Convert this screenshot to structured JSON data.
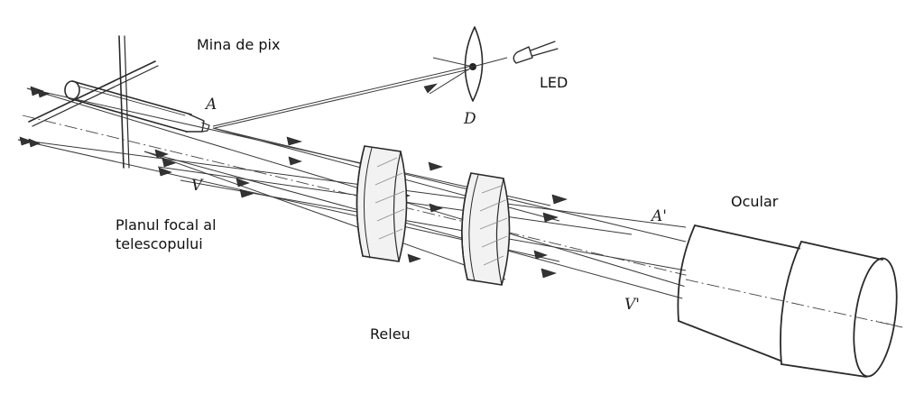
{
  "labels": {
    "pixel_lead": "Mina de pix",
    "led": "LED",
    "focal_plane_line1": "Planul focal al",
    "focal_plane_line2": "telescopului",
    "relay": "Releu",
    "eyepiece": "Ocular"
  },
  "marks": {
    "a": "A",
    "v": "V",
    "a_prime": "A'",
    "v_prime": "V'",
    "d": "D"
  },
  "colors": {
    "ink": "#2a2a2a",
    "background": "#ffffff"
  }
}
